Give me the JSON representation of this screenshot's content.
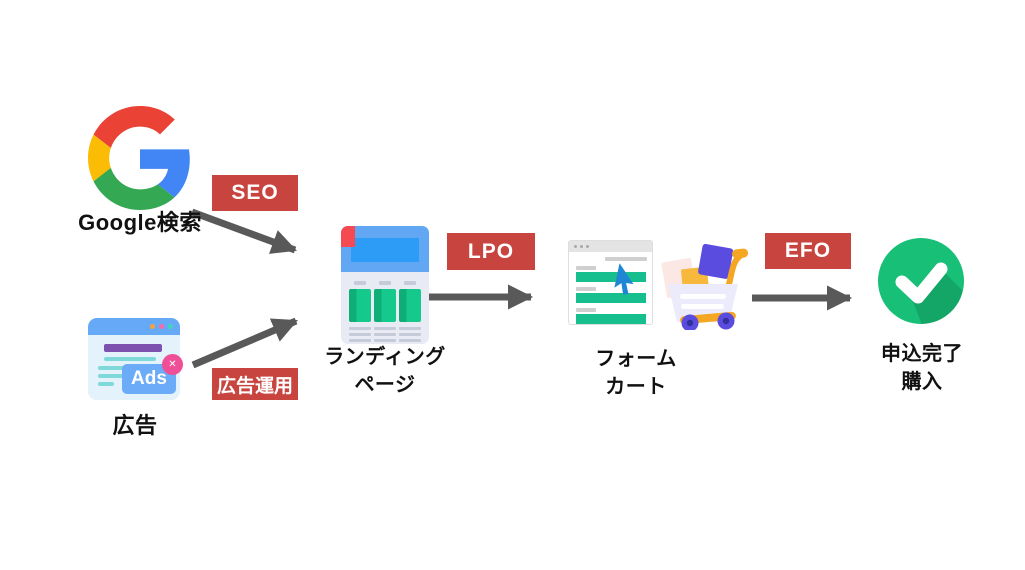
{
  "diagram": {
    "nodes": {
      "google": {
        "label": "Google検索"
      },
      "ads": {
        "label": "広告",
        "badge_text": "Ads",
        "close_glyph": "✕"
      },
      "landing_page": {
        "label_line1": "ランディング",
        "label_line2": "ページ"
      },
      "form_cart": {
        "label_line1": "フォーム",
        "label_line2": "カート"
      },
      "completion": {
        "label_line1": "申込完了",
        "label_line2": "購入"
      }
    },
    "badges": {
      "seo": {
        "label": "SEO"
      },
      "ad_operation": {
        "label": "広告運用"
      },
      "lpo": {
        "label": "LPO"
      },
      "efo": {
        "label": "EFO"
      }
    },
    "colors": {
      "badge_red": "#c7453e",
      "arrow_gray": "#595959",
      "google_red": "#EA4335",
      "google_blue": "#4285F4",
      "google_yellow": "#FBBC05",
      "google_green": "#34A853",
      "check_green": "#18bf76",
      "form_green": "#17bf8e",
      "ads_blue": "#6cabf7",
      "cart_indigo": "#5b4ce0"
    }
  }
}
